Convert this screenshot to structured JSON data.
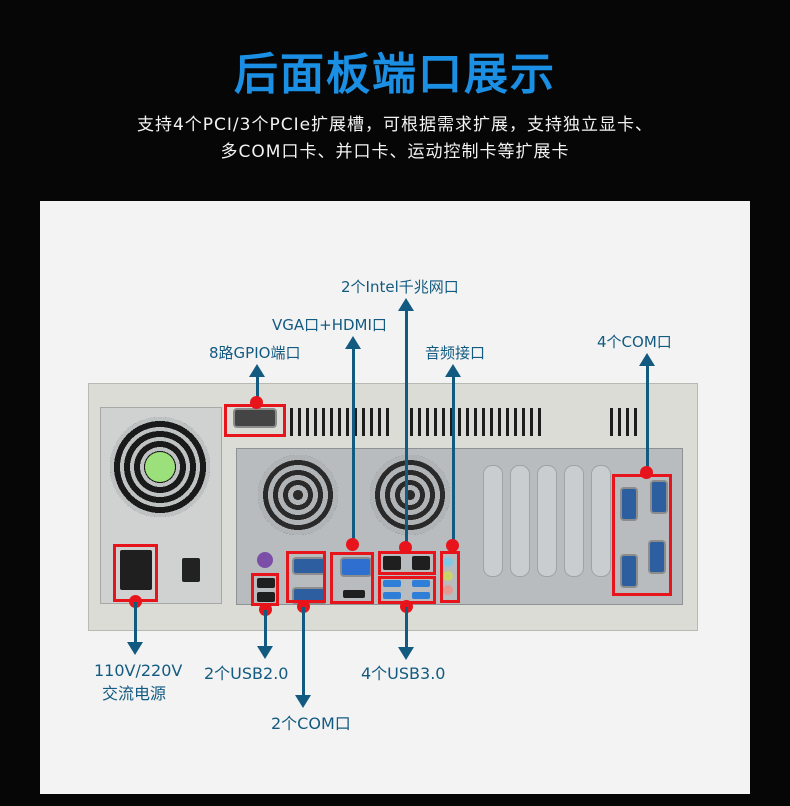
{
  "header": {
    "title": "后面板端口展示",
    "subtitle_line1": "支持4个PCI/3个PCIe扩展槽，可根据需求扩展，支持独立显卡、",
    "subtitle_line2": "多COM口卡、并口卡、运动控制卡等扩展卡"
  },
  "callouts": {
    "lan": "2个Intel千兆网口",
    "vga_hdmi": "VGA口+HDMI口",
    "gpio": "8路GPIO端口",
    "audio": "音频接口",
    "com4": "4个COM口",
    "power_line1": "110V/220V",
    "power_line2": "交流电源",
    "usb2": "2个USB2.0",
    "usb3": "4个USB3.0",
    "com2": "2个COM口"
  },
  "colors": {
    "title": "#1a8fe3",
    "callout": "#135a80",
    "highlight": "#e8141b",
    "panel_bg": "#f3f3f3",
    "page_bg": "#060606"
  }
}
